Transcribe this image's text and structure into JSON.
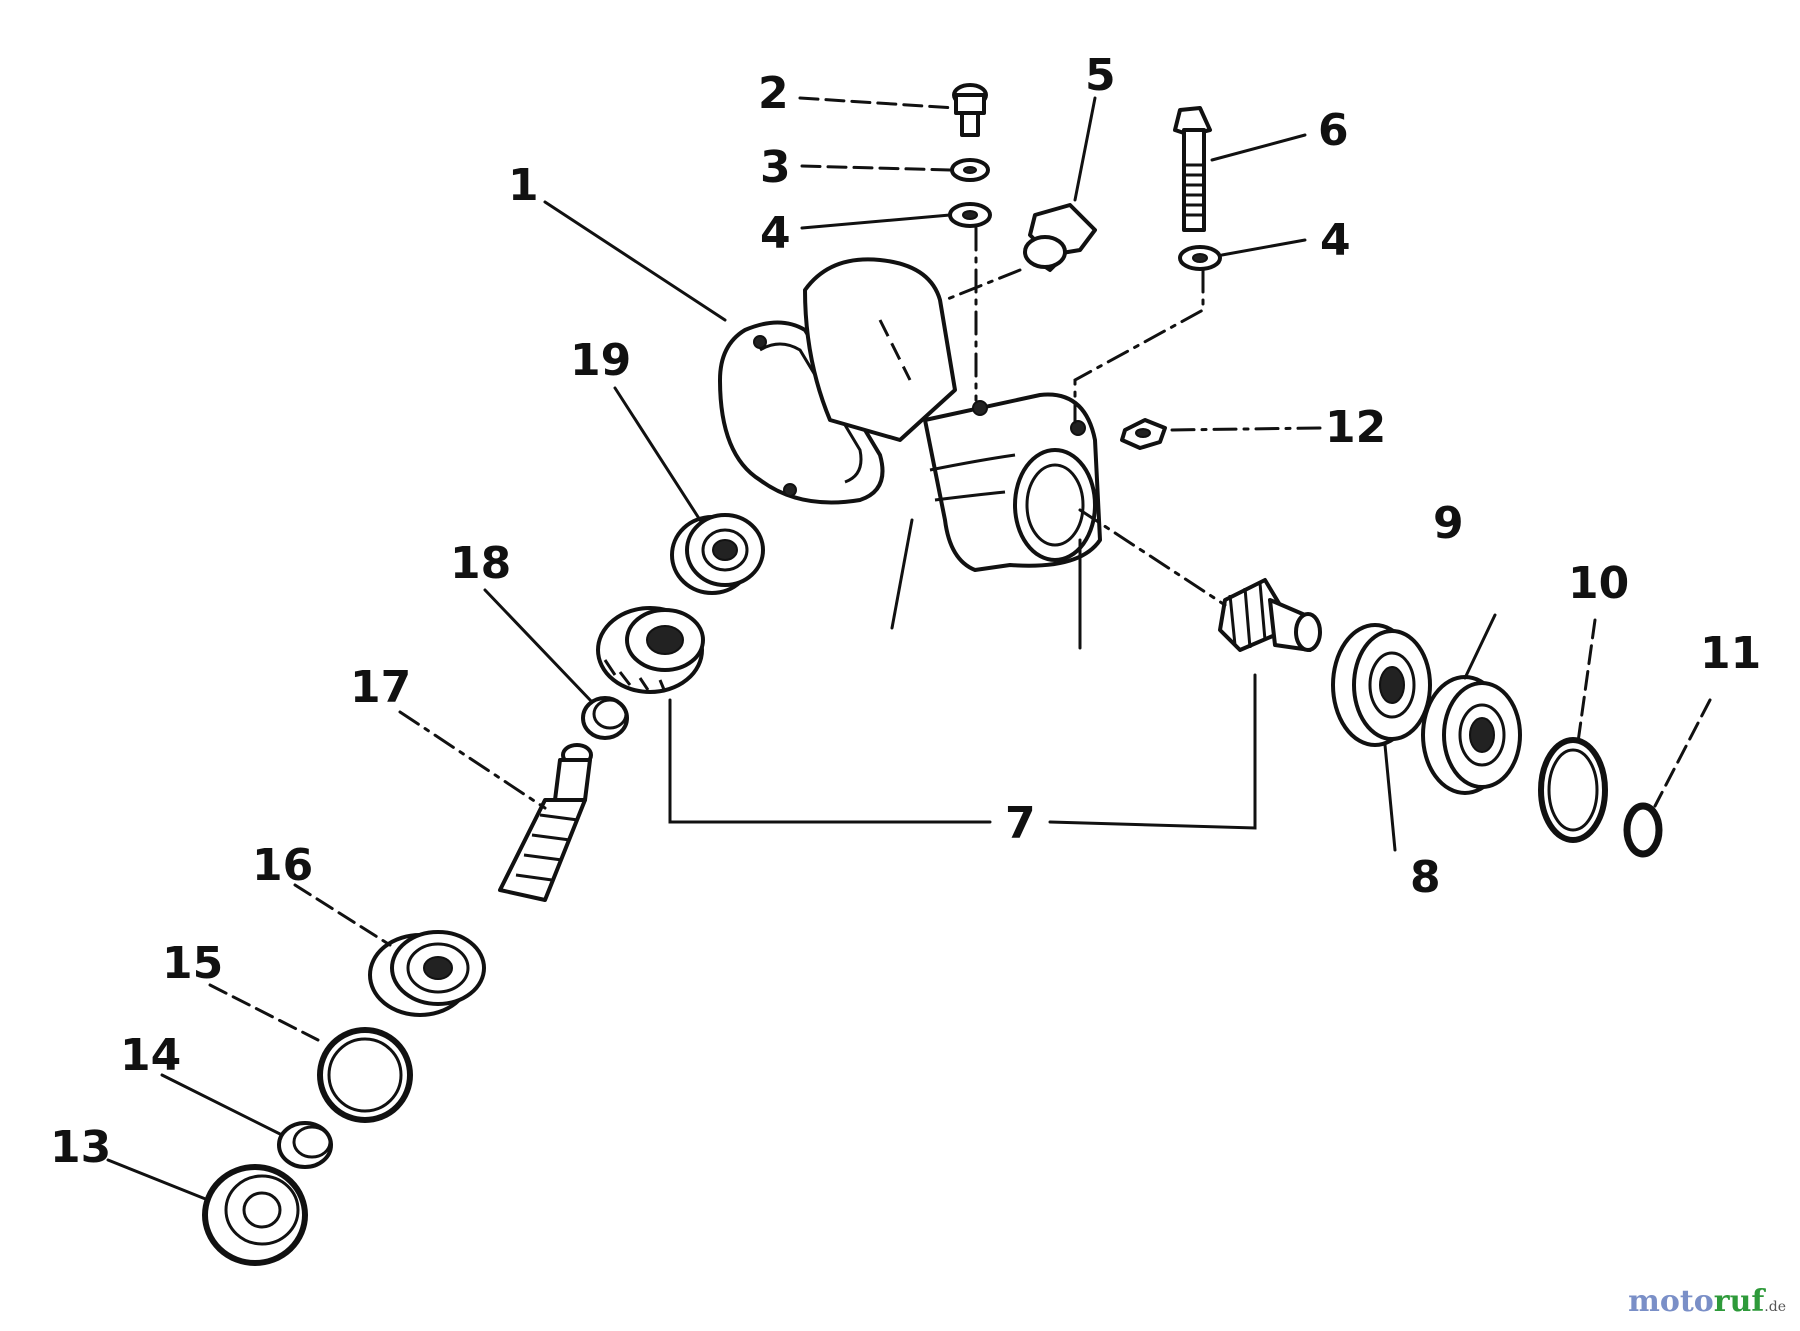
{
  "diagram": {
    "callouts": [
      {
        "id": "1",
        "label": "1"
      },
      {
        "id": "2",
        "label": "2"
      },
      {
        "id": "3",
        "label": "3"
      },
      {
        "id": "4a",
        "label": "4"
      },
      {
        "id": "4b",
        "label": "4"
      },
      {
        "id": "5",
        "label": "5"
      },
      {
        "id": "6",
        "label": "6"
      },
      {
        "id": "7",
        "label": "7"
      },
      {
        "id": "8",
        "label": "8"
      },
      {
        "id": "9",
        "label": "9"
      },
      {
        "id": "10",
        "label": "10"
      },
      {
        "id": "11",
        "label": "11"
      },
      {
        "id": "12",
        "label": "12"
      },
      {
        "id": "13",
        "label": "13"
      },
      {
        "id": "14",
        "label": "14"
      },
      {
        "id": "15",
        "label": "15"
      },
      {
        "id": "16",
        "label": "16"
      },
      {
        "id": "17",
        "label": "17"
      },
      {
        "id": "18",
        "label": "18"
      },
      {
        "id": "19",
        "label": "19"
      }
    ]
  },
  "watermark": {
    "part1": "moto",
    "part2": "ruf",
    "part3": ".de"
  }
}
